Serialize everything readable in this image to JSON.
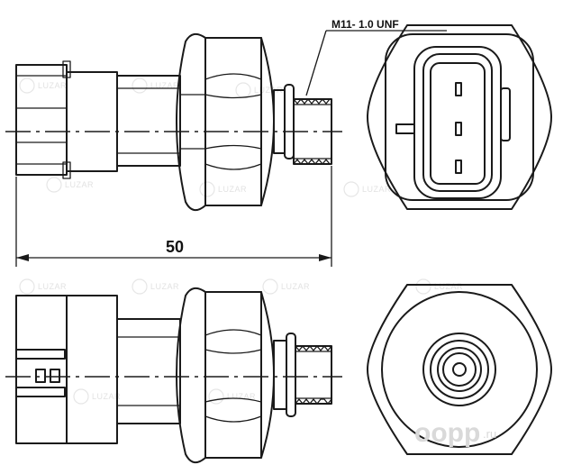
{
  "drawing": {
    "dimension_length": "50",
    "thread_callout": "M11- 1.0 UNF"
  },
  "watermark": {
    "brand_text": "LUZAR"
  },
  "brand": {
    "word": "oopp",
    "suffix": ".ru"
  }
}
